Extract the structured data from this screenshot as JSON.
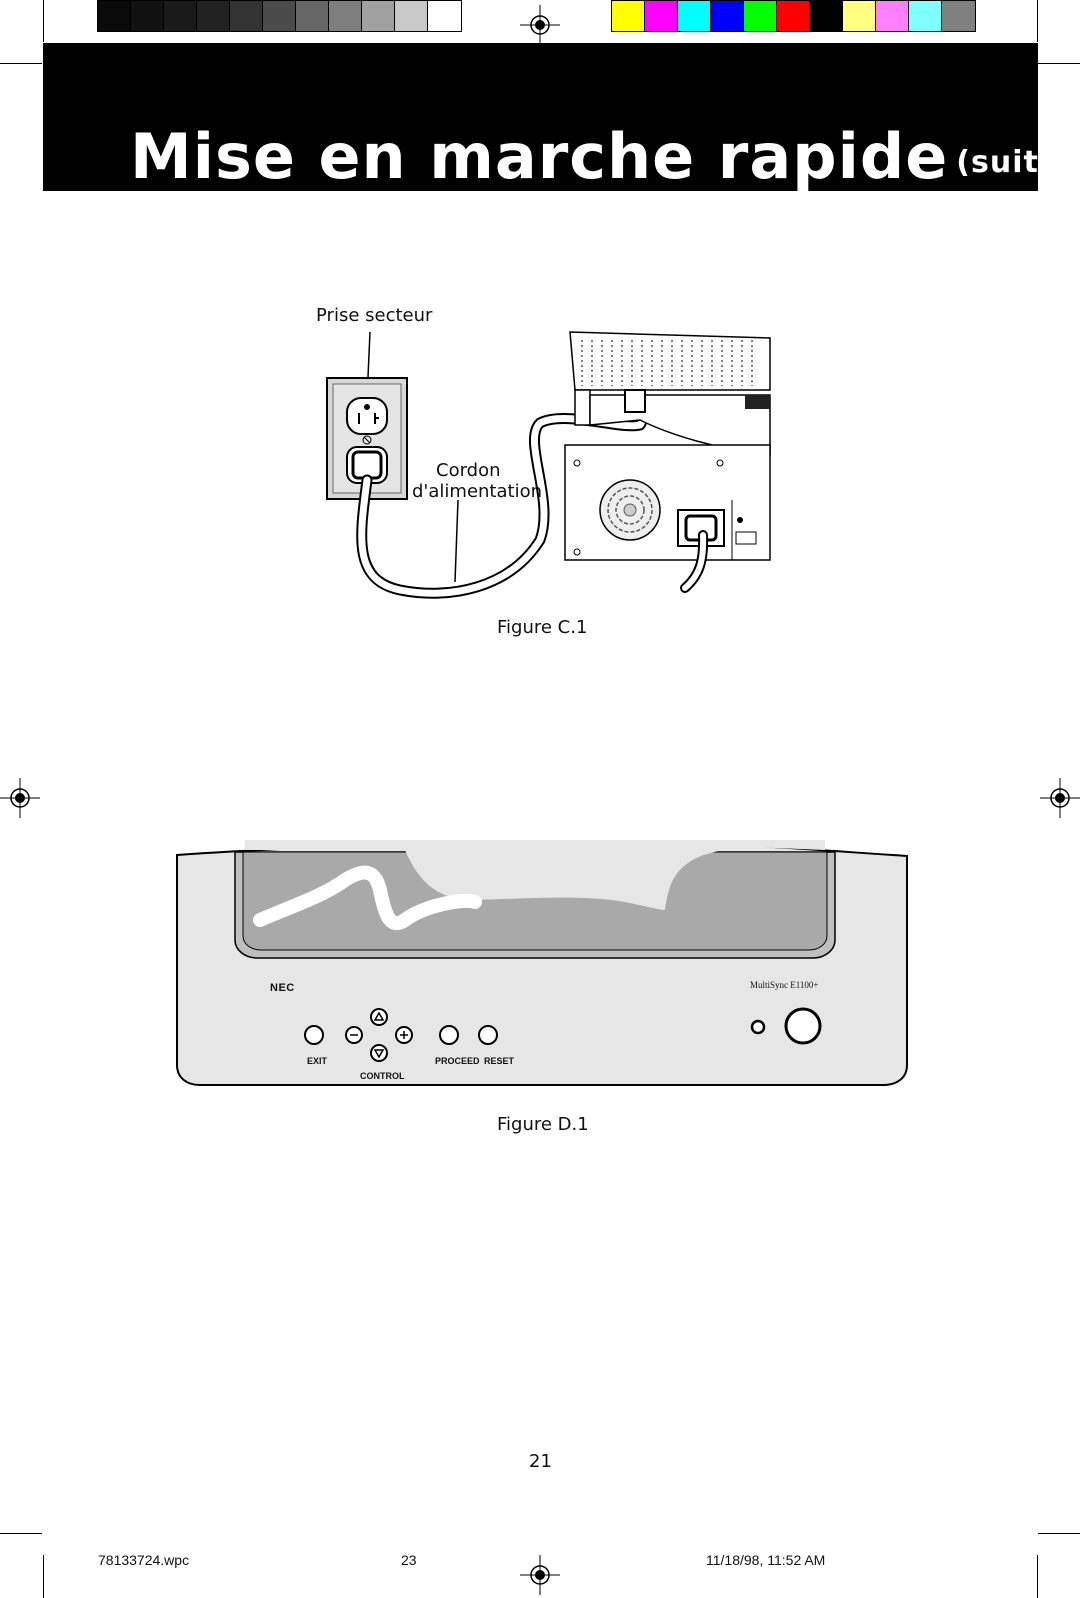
{
  "print_marks": {
    "grayscale_swatches": [
      "#0a0a0a",
      "#111111",
      "#1a1a1a",
      "#222222",
      "#333333",
      "#4a4a4a",
      "#666666",
      "#7f7f7f",
      "#a0a0a0",
      "#c8c8c8",
      "#ffffff"
    ],
    "color_swatches": [
      "#ffff00",
      "#ff00ff",
      "#00ffff",
      "#0000ff",
      "#00ff00",
      "#ff0000",
      "#000000",
      "#ffff80",
      "#ff80ff",
      "#80ffff",
      "#808080"
    ]
  },
  "header": {
    "title": "Mise en marche rapide",
    "title_suffix": "(suite)"
  },
  "figure_c1": {
    "label_outlet": "Prise secteur",
    "label_cord_line1": "Cordon",
    "label_cord_line2": "d'alimentation",
    "caption": "Figure C.1"
  },
  "figure_d1": {
    "brand": "NEC",
    "model_name": "MultiSync",
    "model_number": "E1100+",
    "button_labels": {
      "exit": "EXIT",
      "control": "CONTROL",
      "proceed": "PROCEED",
      "reset": "RESET"
    },
    "caption": "Figure D.1"
  },
  "page_number": "21",
  "footer": {
    "file_name": "78133724.wpc",
    "sheet_number": "23",
    "timestamp": "11/18/98, 11:52 AM"
  }
}
